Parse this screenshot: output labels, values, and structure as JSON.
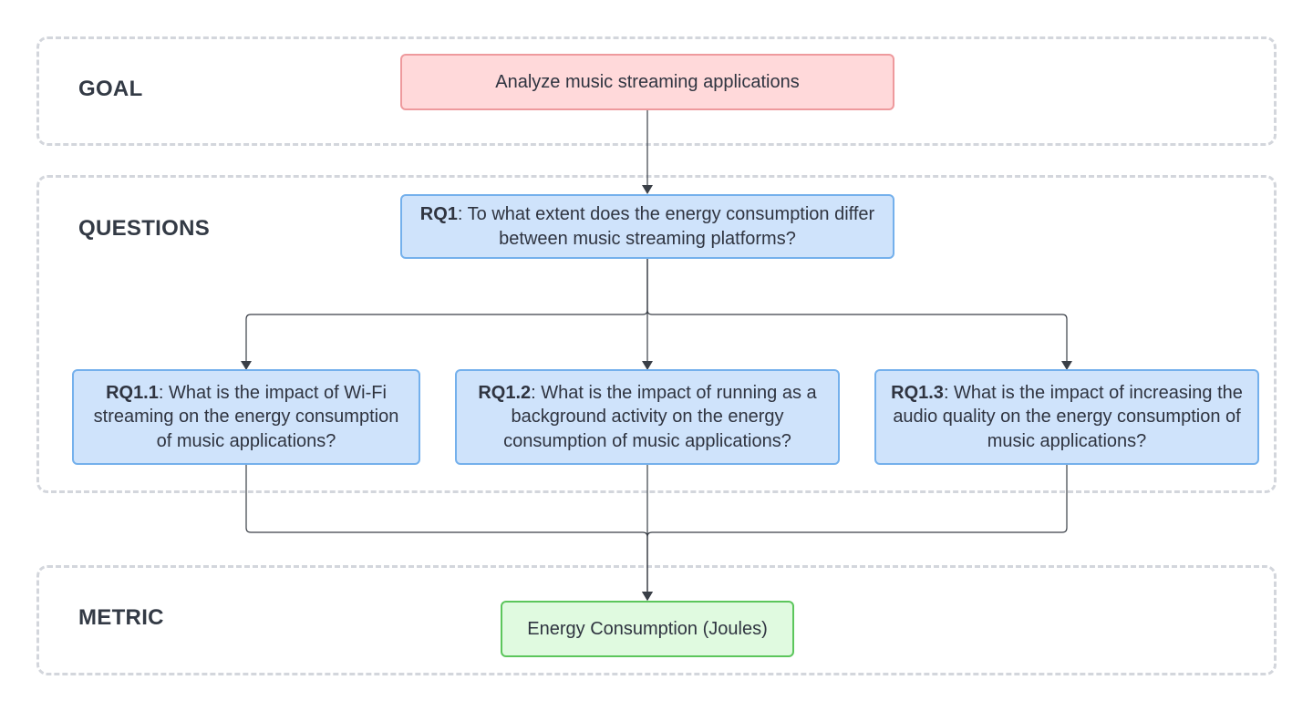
{
  "bands": {
    "goal": {
      "label": "GOAL"
    },
    "questions": {
      "label": "QUESTIONS"
    },
    "metric": {
      "label": "METRIC"
    }
  },
  "nodes": {
    "goal": {
      "text": "Analyze music streaming applications"
    },
    "rq1": {
      "id": "RQ1",
      "text": ": To what extent does the energy consumption differ between music streaming platforms?"
    },
    "rq1_1": {
      "id": "RQ1.1",
      "text": ": What is the impact of Wi-Fi streaming on the energy consumption of music applications?"
    },
    "rq1_2": {
      "id": "RQ1.2",
      "text": ": What is the impact of running as a background activity on the energy consumption of music applications?"
    },
    "rq1_3": {
      "id": "RQ1.3",
      "text": ": What is the impact of increasing the audio quality on the energy consumption of music applications?"
    },
    "metric": {
      "text": "Energy Consumption (Joules)"
    }
  },
  "colors": {
    "goal_fill": "#ffd9da",
    "goal_border": "#ee9a9d",
    "question_fill": "#cfe3fb",
    "question_border": "#74b0ec",
    "metric_fill": "#e0fae0",
    "metric_border": "#5cc65c",
    "connector": "#3a3f47",
    "band_border": "#d3d6dc"
  }
}
